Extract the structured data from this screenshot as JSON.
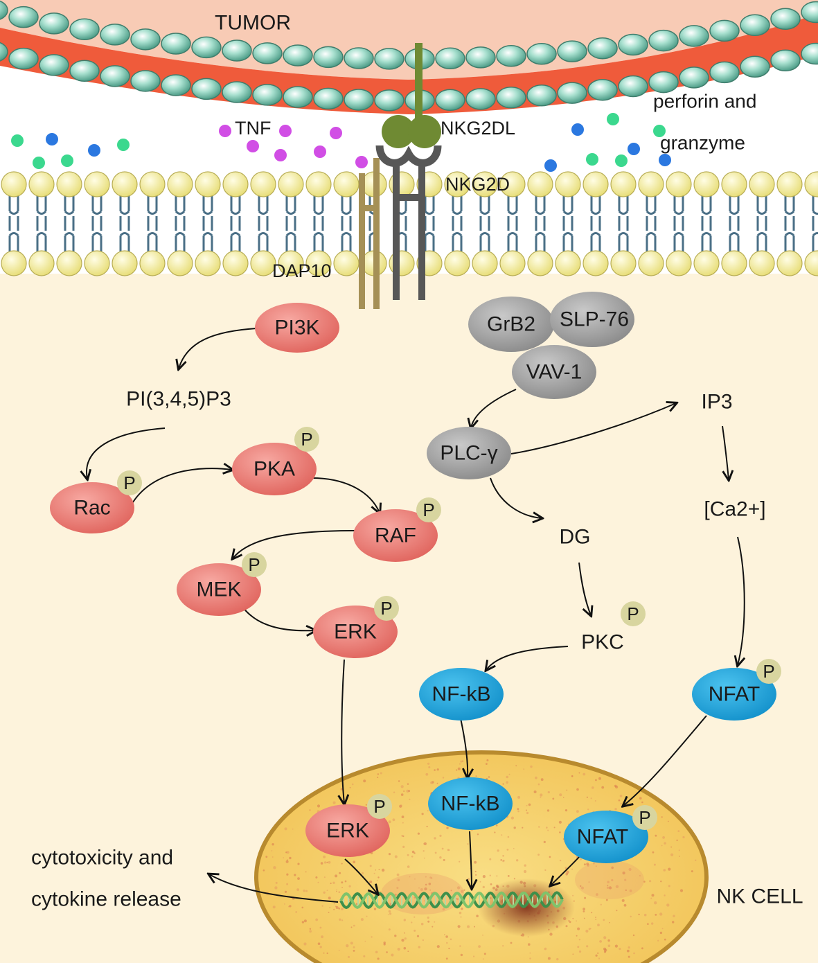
{
  "labels": {
    "tumor": "TUMOR",
    "tnf": "TNF",
    "nkg2dl": "NKG2DL",
    "nkg2d": "NKG2D",
    "dap10": "DAP10",
    "perforin_line1": "perforin and",
    "perforin_line2": "granzyme",
    "pip3": "PI(3,4,5)P3",
    "ip3": "IP3",
    "ca2": "[Ca2+]",
    "dg": "DG",
    "pkc": "PKC",
    "cytotox_line1": "cytotoxicity and",
    "cytotox_line2": "cytokine release",
    "nk_cell": "NK CELL",
    "phospho": "P"
  },
  "nodes": {
    "pi3k": "PI3K",
    "rac": "Rac",
    "pka": "PKA",
    "raf": "RAF",
    "mek": "MEK",
    "erk_cyto": "ERK",
    "erk_nuc": "ERK",
    "grb2": "GrB2",
    "slp76": "SLP-76",
    "vav1": "VAV-1",
    "plcg": "PLC-γ",
    "nfkb_cyto": "NF-kB",
    "nfkb_nuc": "NF-kB",
    "nfat_cyto": "NFAT",
    "nfat_nuc": "NFAT"
  },
  "colors": {
    "tumor_bg": "#f8cbb5",
    "membrane_red": "#ef5b3b",
    "bead_teal": "#8fd0bd",
    "lipid_yellow": "#f7f1a2",
    "lipid_tail": "#4a6f86",
    "cytoplasm": "#fdf3dc",
    "nucleus": "#f5d46b",
    "salmon_node": "#ec7c75",
    "gray_node": "#9a9a9a",
    "blue_node": "#1aa6dc",
    "phospho_badge": "#d8d59f",
    "nkg2dl_green": "#6f8a33",
    "nkg2d_gray": "#575757",
    "dap10_tan": "#a59056",
    "tnf_magenta": "#d14ee5",
    "granule_green": "#3bd88e",
    "granule_blue": "#2b78e0"
  }
}
